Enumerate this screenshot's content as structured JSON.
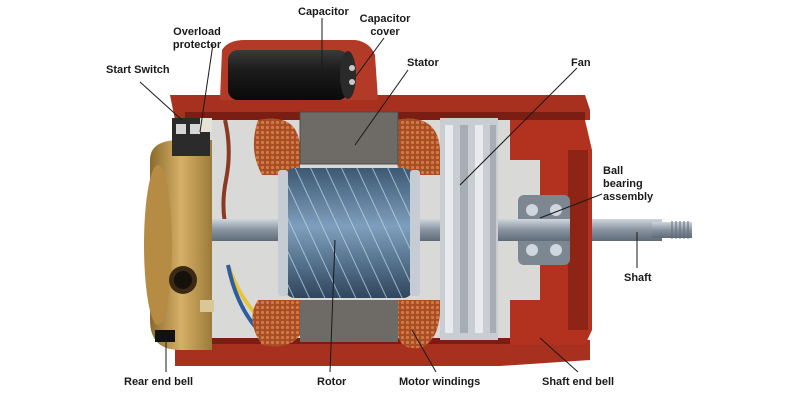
{
  "labels": {
    "capacitor": "Capacitor",
    "capacitor_cover_1": "Capacitor",
    "capacitor_cover_2": "cover",
    "overload_protector_1": "Overload",
    "overload_protector_2": "protector",
    "start_switch": "Start Switch",
    "stator": "Stator",
    "fan": "Fan",
    "ball_bearing_1": "Ball",
    "ball_bearing_2": "bearing",
    "ball_bearing_3": "assembly",
    "shaft": "Shaft",
    "rear_end_bell": "Rear end bell",
    "rotor": "Rotor",
    "motor_windings": "Motor windings",
    "shaft_end_bell": "Shaft end bell"
  },
  "colors": {
    "housing_red": "#a8301f",
    "end_bell_brass": "#c9a052",
    "copper_winding": "#b2582d",
    "stator_core": "#6e6a66",
    "rotor_steel": "#54799a",
    "shaft_steel": "#9aa6b2",
    "leader_line": "#1a1a1a"
  }
}
